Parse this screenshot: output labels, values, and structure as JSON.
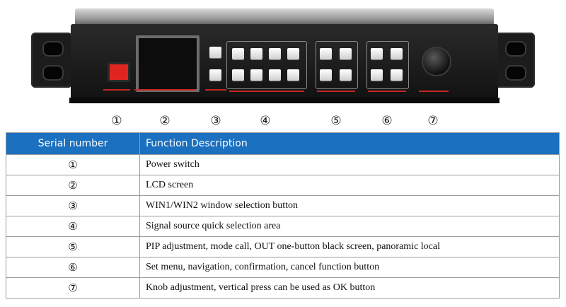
{
  "device": {
    "markers": [
      "①",
      "②",
      "③",
      "④",
      "⑤",
      "⑥",
      "⑦"
    ]
  },
  "table": {
    "headers": [
      "Serial number",
      "Function Description"
    ],
    "rows": [
      {
        "serial": "①",
        "description": "Power switch"
      },
      {
        "serial": "②",
        "description": "LCD screen"
      },
      {
        "serial": "③",
        "description": "WIN1/WIN2 window selection button"
      },
      {
        "serial": "④",
        "description": "Signal source quick selection area"
      },
      {
        "serial": "⑤",
        "description": "PIP adjustment, mode call, OUT one-button black screen, panoramic local"
      },
      {
        "serial": "⑥",
        "description": "Set menu, navigation, confirmation, cancel function button"
      },
      {
        "serial": "⑦",
        "description": "Knob adjustment, vertical press can be used as OK button"
      }
    ]
  },
  "colors": {
    "header_bg": "#1b70c0",
    "power_switch": "#e0251f",
    "accent_lines": "#c62825"
  }
}
